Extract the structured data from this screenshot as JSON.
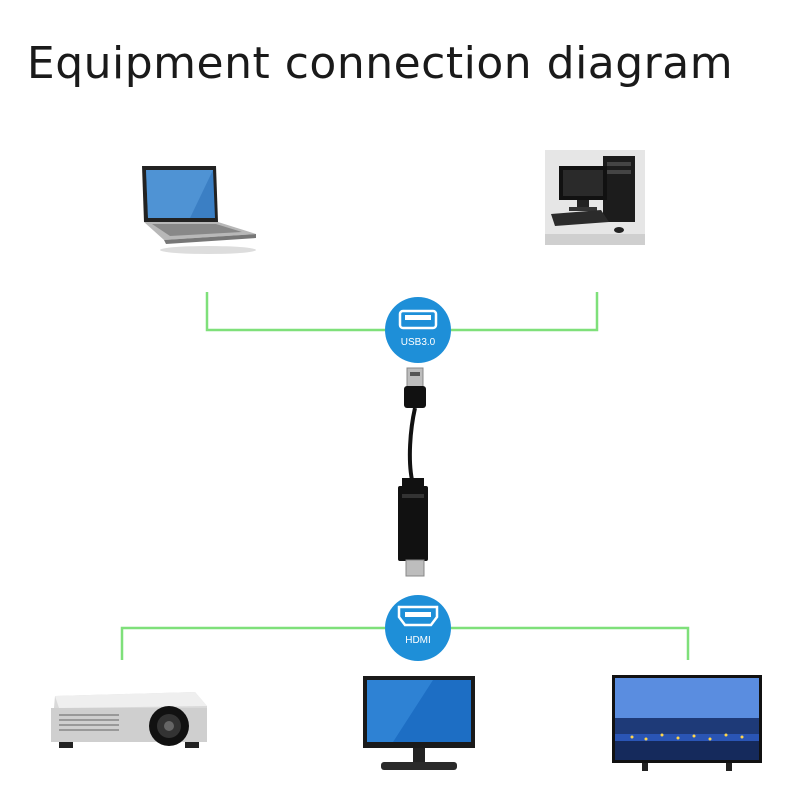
{
  "title": "Equipment connection diagram",
  "colors": {
    "connector_line": "#7fe07a",
    "badge": "#1e8fd8",
    "cable": "#111111"
  },
  "badges": {
    "usb": {
      "label": "USB3.0",
      "icon": "usb-port-icon"
    },
    "hdmi": {
      "label": "HDMI",
      "icon": "hdmi-port-icon"
    }
  },
  "sources": [
    "laptop",
    "desktop-computer"
  ],
  "displays": [
    "projector",
    "monitor",
    "television"
  ]
}
